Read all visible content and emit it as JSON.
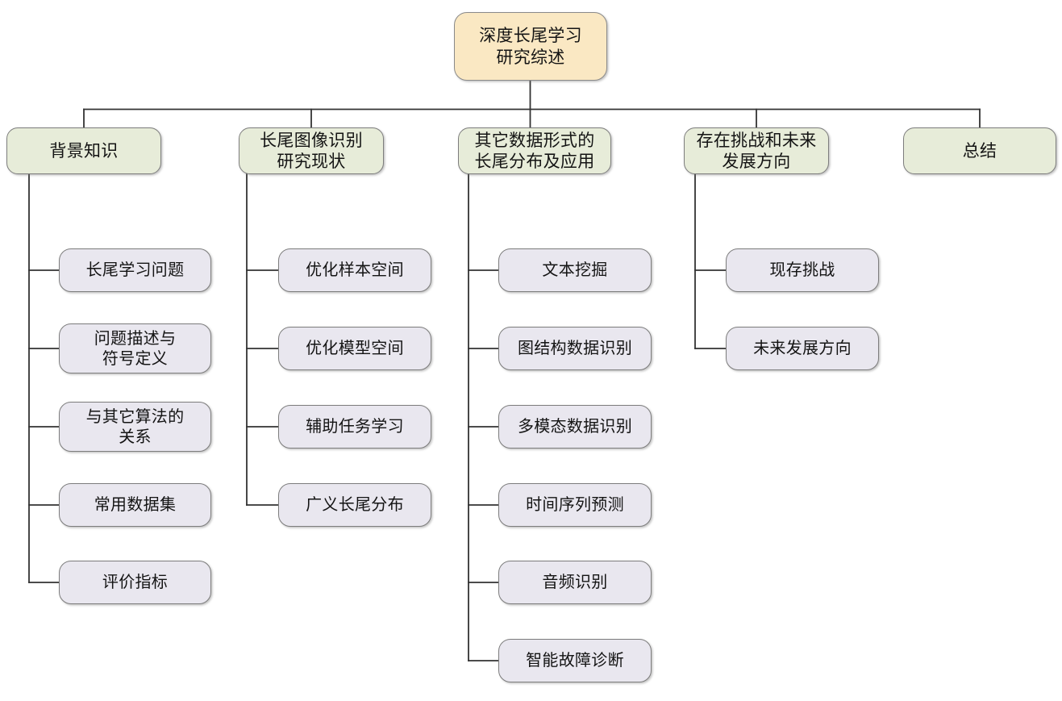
{
  "diagram": {
    "title": "深度长尾学习研究综述",
    "type": "mind-map-tree",
    "colors": {
      "root_fill": "#fae8c3",
      "branch_fill": "#e7ecd9",
      "leaf_fill": "#e9e7ef",
      "border": "#7d7d7d",
      "edge": "#333333",
      "text": "#141414",
      "background": "#ffffff"
    }
  },
  "root": {
    "label": "深度长尾学习\n研究综述"
  },
  "branches": [
    {
      "label": "背景知识",
      "children": [
        {
          "label": "长尾学习问题"
        },
        {
          "label": "问题描述与\n符号定义"
        },
        {
          "label": "与其它算法的\n关系"
        },
        {
          "label": "常用数据集"
        },
        {
          "label": "评价指标"
        }
      ]
    },
    {
      "label": "长尾图像识别\n研究现状",
      "children": [
        {
          "label": "优化样本空间"
        },
        {
          "label": "优化模型空间"
        },
        {
          "label": "辅助任务学习"
        },
        {
          "label": "广义长尾分布"
        }
      ]
    },
    {
      "label": "其它数据形式的\n长尾分布及应用",
      "children": [
        {
          "label": "文本挖掘"
        },
        {
          "label": "图结构数据识别"
        },
        {
          "label": "多模态数据识别"
        },
        {
          "label": "时间序列预测"
        },
        {
          "label": "音频识别"
        },
        {
          "label": "智能故障诊断"
        }
      ]
    },
    {
      "label": "存在挑战和未来\n发展方向",
      "children": [
        {
          "label": "现存挑战"
        },
        {
          "label": "未来发展方向"
        }
      ]
    },
    {
      "label": "总结",
      "children": []
    }
  ]
}
